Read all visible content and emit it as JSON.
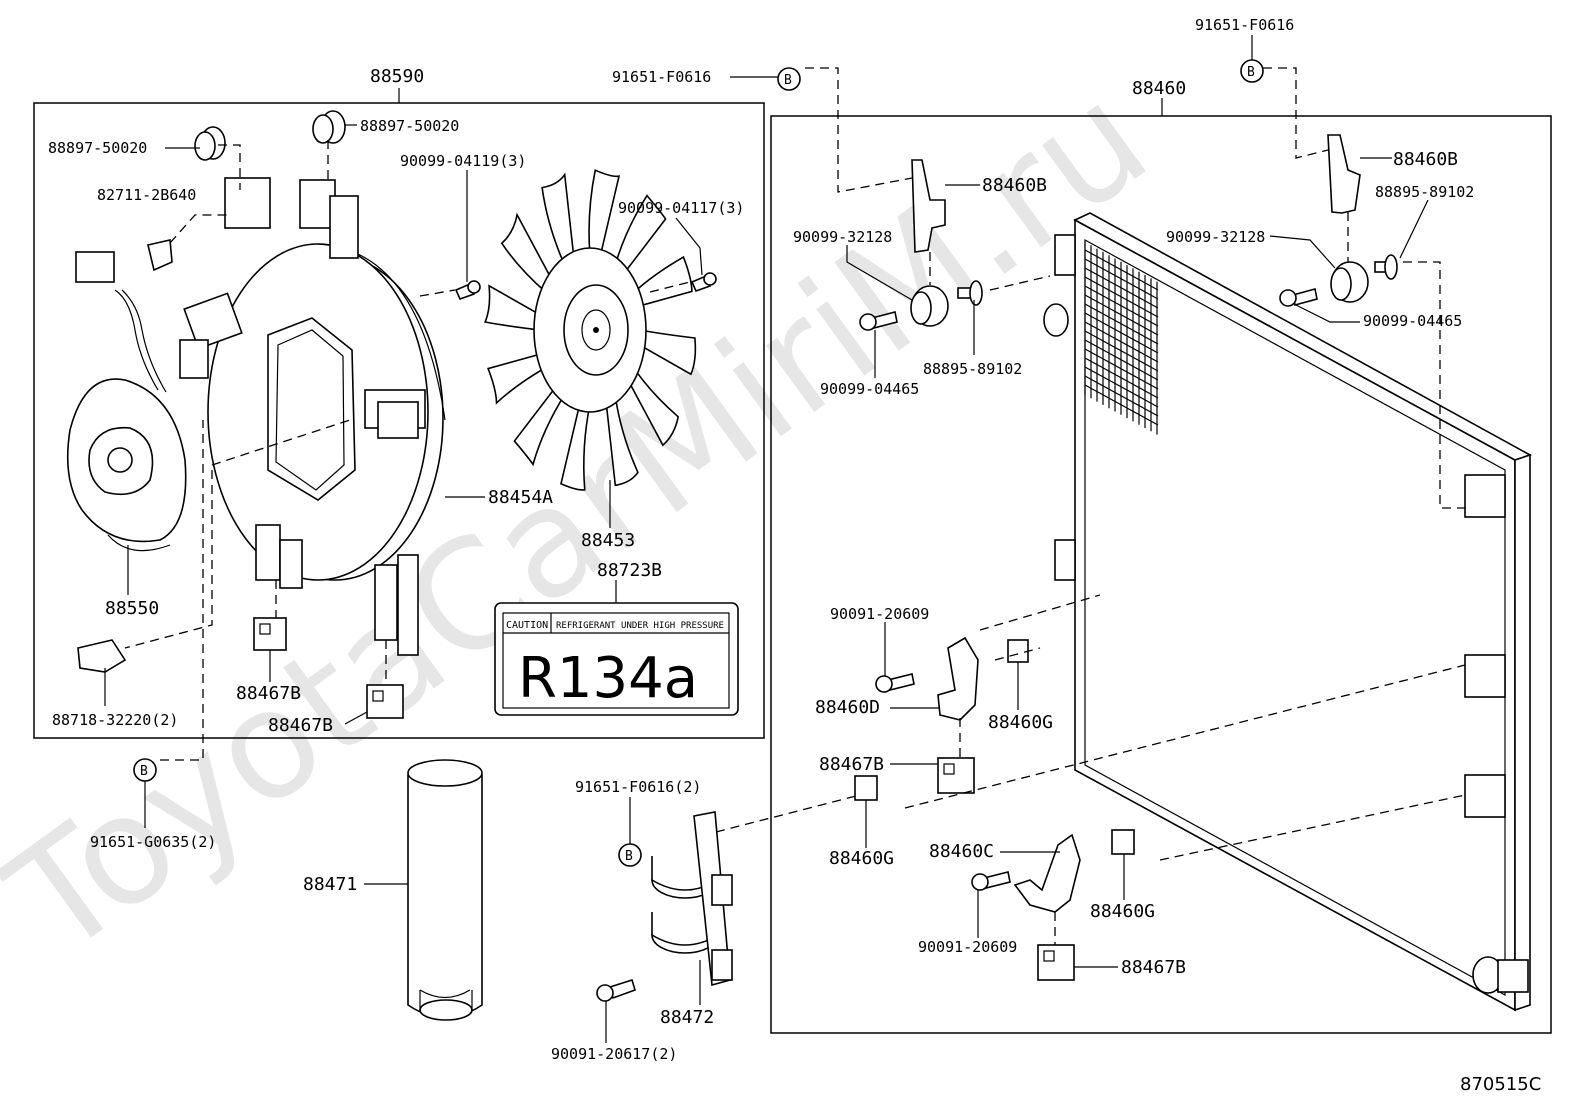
{
  "diagram_id": "870515C",
  "watermark": "ToyotaCarMiriM.ru",
  "groups": {
    "fan_assembly": "88590",
    "condenser_assembly": "88460"
  },
  "caution_label": {
    "part_no": "88723B",
    "caution": "CAUTION",
    "warning": "REFRIGERANT UNDER HIGH PRESSURE",
    "refrigerant": "R134a"
  },
  "callout_symbol": "B",
  "labels": {
    "grommet_left": "88897-50020",
    "grommet_right": "88897-50020",
    "clip_82711": "82711-2B640",
    "screw_04119": "90099-04119(3)",
    "screw_04117": "90099-04117(3)",
    "shroud": "88454A",
    "fan": "88453",
    "motor": "88550",
    "connector_clip": "88718-32220(2)",
    "nut_left_1": "88467B",
    "nut_left_2": "88467B",
    "bolt_g0635": "91651-G0635(2)",
    "bolt_f0616_top": "91651-F0616",
    "bolt_f0616_right": "91651-F0616",
    "bracket_b_left": "88460B",
    "bracket_b_right": "88460B",
    "cushion_left": "90099-32128",
    "cushion_right": "90099-32128",
    "pin_left": "88895-89102",
    "pin_right": "88895-89102",
    "screw_04465_left": "90099-04465",
    "screw_04465_right": "90099-04465",
    "bolt_20609_top": "90091-20609",
    "bolt_20609_bottom": "90091-20609",
    "bracket_d": "88460D",
    "bracket_c": "88460C",
    "nut_g_1": "88460G",
    "nut_g_2": "88460G",
    "nut_g_3": "88460G",
    "nut_b_right_1": "88467B",
    "nut_b_right_2": "88467B",
    "receiver_dryer": "88471",
    "bolt_f0616_bracket": "91651-F0616(2)",
    "dryer_bracket": "88472",
    "bolt_20617": "90091-20617(2)"
  }
}
